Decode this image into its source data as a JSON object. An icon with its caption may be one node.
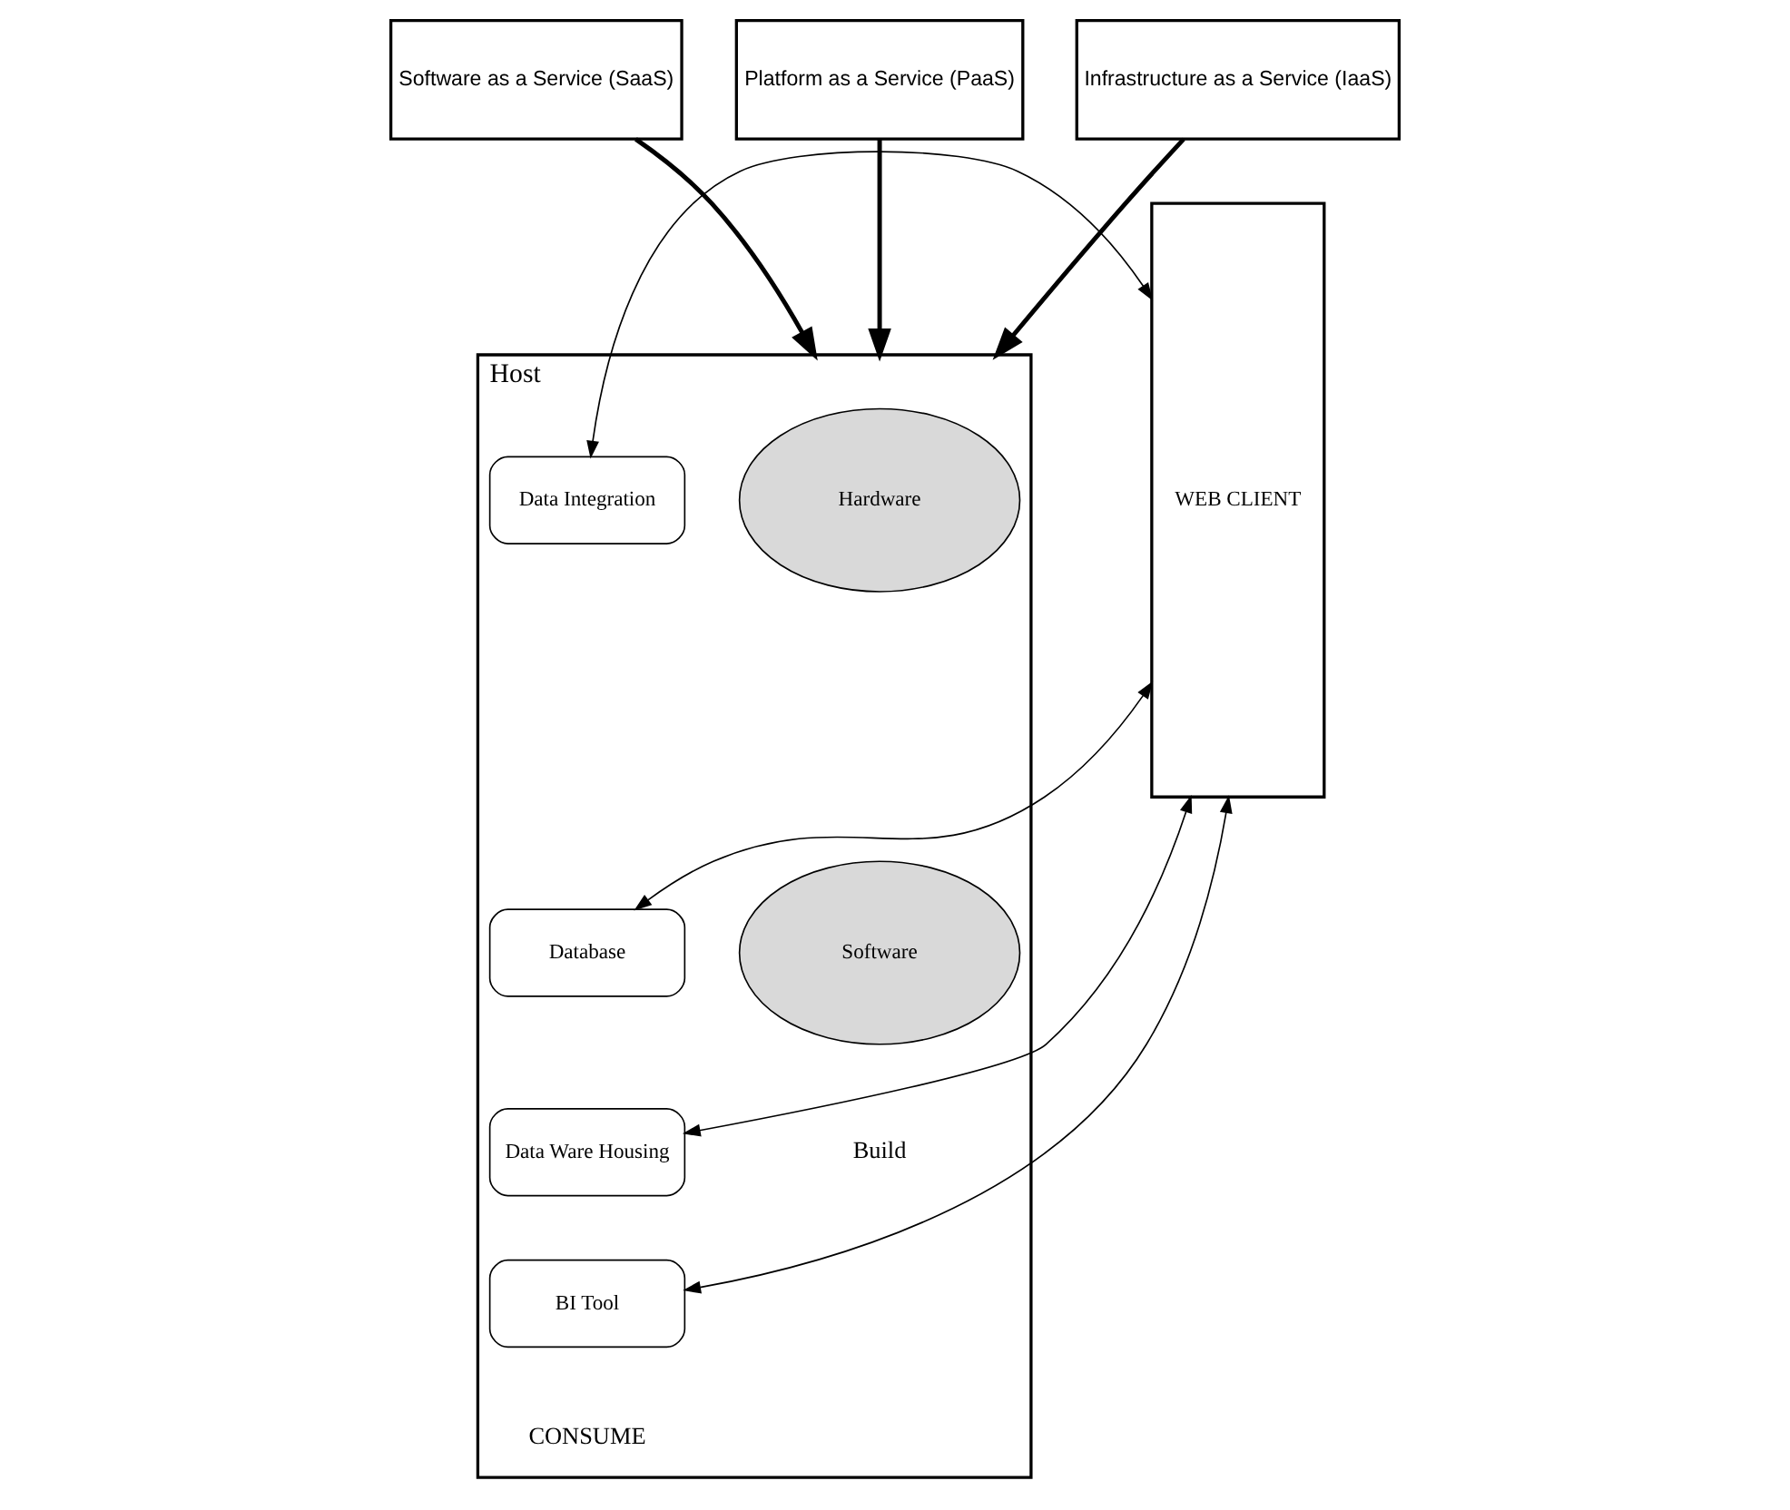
{
  "diagram": {
    "nodes": [
      {
        "text": [
          "Software as a Service (SaaS)"
        ]
      },
      {
        "text": [
          "Platform as a Service (PaaS)"
        ]
      },
      {
        "text": [
          "Infrastructure as a Service (IaaS)"
        ]
      },
      {
        "text": [
          "Host"
        ]
      },
      {
        "text": [
          "Hardware"
        ],
        "in": 3
      },
      {
        "text": [
          "Software"
        ],
        "in": 3
      },
      {
        "text": [
          "Data Integration"
        ],
        "in": 3
      },
      {
        "text": [
          "Database"
        ],
        "in": 3
      },
      {
        "text": [
          "Data Ware Housing"
        ],
        "in": 3
      },
      {
        "text": [
          "BI Tool"
        ],
        "in": 3
      },
      {
        "text": [
          "WEB CLIENT"
        ]
      }
    ],
    "edges": [
      {
        "from": 0,
        "to": 3,
        "arrow": "to",
        "style": "thick"
      },
      {
        "from": 1,
        "to": 3,
        "arrow": "to",
        "style": "thick"
      },
      {
        "from": 2,
        "to": 3,
        "arrow": "to",
        "style": "thick"
      },
      {
        "from": 6,
        "to": 10,
        "arrow": "both"
      },
      {
        "from": 7,
        "to": 10,
        "arrow": "both"
      },
      {
        "from": 8,
        "to": 10,
        "arrow": "both"
      },
      {
        "from": 9,
        "to": 10,
        "arrow": "both"
      }
    ],
    "labels": [
      "Build",
      "CONSUME"
    ]
  }
}
